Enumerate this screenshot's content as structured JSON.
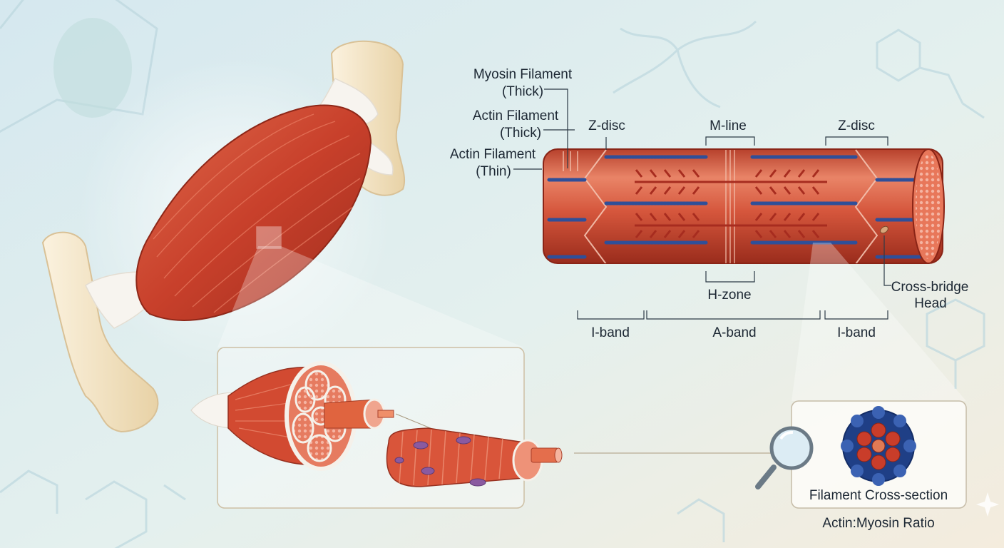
{
  "labels": {
    "myosin_filament": "Myosin Filament",
    "myosin_filament_sub": "(Thick)",
    "actin_filament_thick": "Actin Filament",
    "actin_filament_thick_sub": "(Thick)",
    "actin_filament_thin": "Actin Filament",
    "actin_filament_thin_sub": "(Thin)",
    "z_disc_left": "Z-disc",
    "m_line": "M-line",
    "z_disc_right": "Z-disc",
    "h_zone": "H-zone",
    "i_band_left": "I-band",
    "a_band": "A-band",
    "i_band_right": "I-band",
    "cross_bridge": "Cross-bridge",
    "cross_bridge_sub": "Head",
    "filament_cross_section": "Filament Cross-section",
    "ratio": "Actin:Myosin Ratio"
  },
  "colors": {
    "muscle": "#d0452e",
    "muscle_dark": "#a8301f",
    "tendon": "#f4f1ec",
    "bone": "#f1dfbd",
    "thick_filament": "#a72c1f",
    "thin_filament": "#2f4f99",
    "background_top": "#dcecf2",
    "background_bottom": "#f3ecdf"
  },
  "icons": [
    "magnifier-icon"
  ]
}
